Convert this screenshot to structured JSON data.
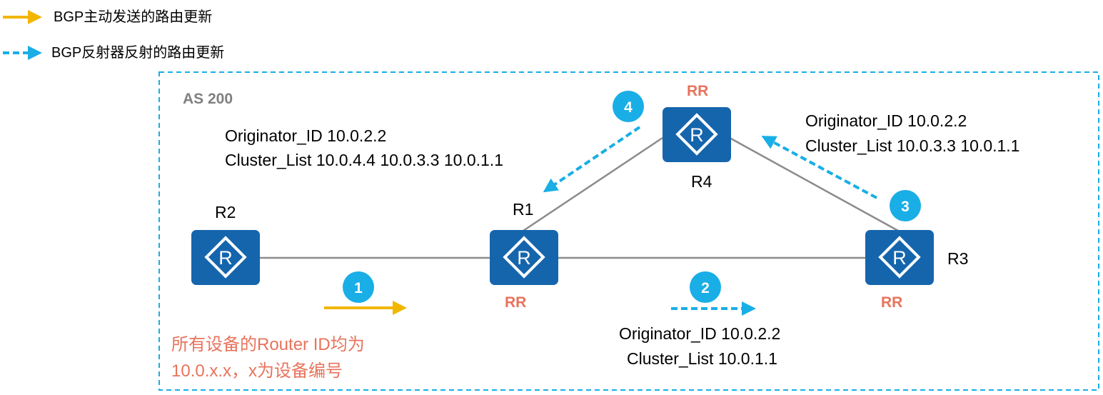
{
  "legend": {
    "active_update_label": "BGP主动发送的路由更新",
    "reflected_update_label": "BGP反射器反射的路由更新"
  },
  "as_label": "AS 200",
  "routers": {
    "r1": {
      "name": "R1",
      "role": "RR"
    },
    "r2": {
      "name": "R2"
    },
    "r3": {
      "name": "R3",
      "role": "RR"
    },
    "r4": {
      "name": "R4",
      "role": "RR"
    }
  },
  "router_glyph": "R",
  "steps": {
    "s1": "1",
    "s2": "2",
    "s3": "3",
    "s4": "4"
  },
  "annotations": {
    "step4": {
      "originator": "Originator_ID 10.0.2.2",
      "cluster": "Cluster_List 10.0.4.4 10.0.3.3 10.0.1.1"
    },
    "step3": {
      "originator": "Originator_ID 10.0.2.2",
      "cluster": "Cluster_List  10.0.3.3 10.0.1.1"
    },
    "step2": {
      "originator": "Originator_ID 10.0.2.2",
      "cluster": "Cluster_List 10.0.1.1"
    }
  },
  "note": {
    "line1": "所有设备的Router ID均为",
    "line2": "10.0.x.x，x为设备编号"
  },
  "colors": {
    "router_fill": "#1565ad",
    "link": "#8c8c8c",
    "active_arrow": "#f2b600",
    "reflected_arrow": "#19aee6",
    "step_badge": "#19aee6",
    "rr_label": "#e8735c",
    "note_text": "#e8735c",
    "as_border": "#19aee6",
    "as_label": "#808080"
  },
  "icons": {
    "router": "router-icon",
    "active_arrow": "solid-arrow-icon",
    "reflected_arrow": "dashed-arrow-icon"
  }
}
